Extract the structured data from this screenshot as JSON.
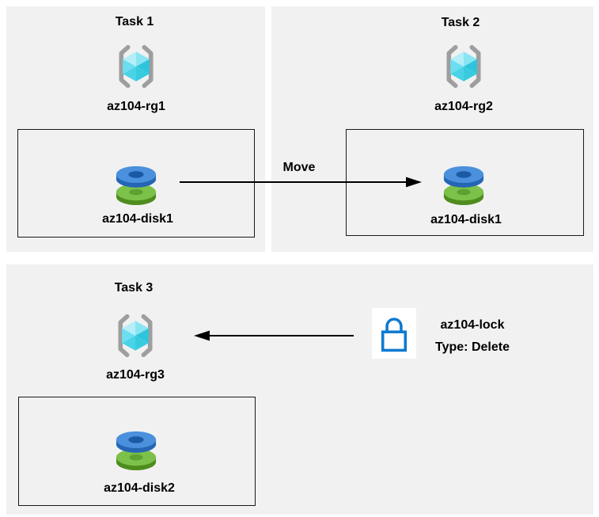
{
  "diagram": {
    "tasks": [
      {
        "title": "Task 1",
        "resource_group": "az104-rg1",
        "disk": "az104-disk1"
      },
      {
        "title": "Task 2",
        "resource_group": "az104-rg2",
        "disk": "az104-disk1"
      },
      {
        "title": "Task 3",
        "resource_group": "az104-rg3",
        "disk": "az104-disk2"
      }
    ],
    "move_arrow_label": "Move",
    "lock": {
      "name": "az104-lock",
      "type": "Type: Delete"
    }
  },
  "icons": {
    "resource_group": "azure-resource-group-icon",
    "disk": "azure-managed-disk-icon",
    "lock": "azure-lock-icon"
  },
  "colors": {
    "panel_bg": "#f1f1f2",
    "arrow": "#000000",
    "bracket": "#9e9e9e",
    "cube_top_left": "#b5eef8",
    "cube_top_right": "#8ae5f3",
    "cube_left": "#6bdef0",
    "cube_bottom_left": "#49d3e7",
    "cube_right": "#2ec5dc",
    "cube_bottom_right": "#38cbe0",
    "disk_blue_top": "#4a90dd",
    "disk_blue_side": "#2566b4",
    "disk_blue_hole": "#1c59a4",
    "disk_green_top": "#7cc24a",
    "disk_green_side": "#4e8c1e",
    "disk_green_hole": "#5fa032",
    "lock_blue": "#0f7ad1",
    "lock_bg": "#ffffff"
  }
}
